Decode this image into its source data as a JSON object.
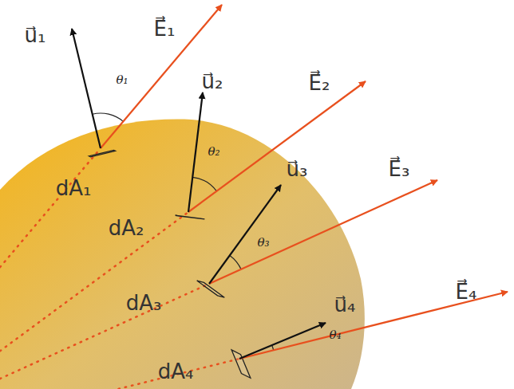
{
  "diagram": {
    "labels": [
      "u⃗₁",
      "E⃗₁",
      "θ₁",
      "dA₁",
      "u⃗₂",
      "E⃗₂",
      "θ₂",
      "dA₂",
      "u⃗₃",
      "E⃗₃",
      "θ₃",
      "dA₃",
      "u⃗₄",
      "E⃗₄",
      "θ₄",
      "dA₄"
    ]
  }
}
